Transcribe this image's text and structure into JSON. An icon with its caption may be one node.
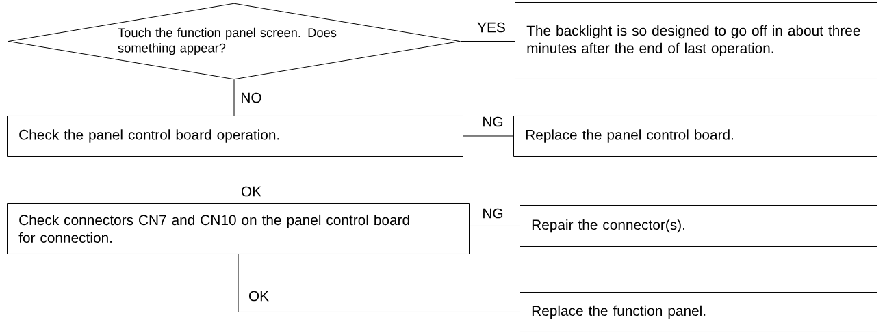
{
  "diagram": {
    "nodes": [
      {
        "text": [
          "Touch the function panel screen. Does something appear?"
        ]
      },
      {
        "text": [
          "The backlight is so designed to go off in about three minutes after the end of last operation."
        ]
      },
      {
        "text": [
          "Check the panel control board operation."
        ]
      },
      {
        "text": [
          "Replace the panel control board."
        ]
      },
      {
        "text": [
          "Check connectors CN7 and CN10 on the panel control board for connection."
        ]
      },
      {
        "text": [
          "Repair the connector(s)."
        ]
      },
      {
        "text": [
          "Replace the function panel."
        ]
      }
    ],
    "edges": [
      {
        "from": 0,
        "to": 1,
        "arrow": "none",
        "label": "YES"
      },
      {
        "from": 0,
        "to": 2,
        "arrow": "none",
        "label": "NO"
      },
      {
        "from": 2,
        "to": 3,
        "arrow": "none",
        "label": "NG"
      },
      {
        "from": 2,
        "to": 4,
        "arrow": "none",
        "label": "OK"
      },
      {
        "from": 4,
        "to": 5,
        "arrow": "none",
        "label": "NG"
      },
      {
        "from": 4,
        "to": 6,
        "arrow": "none",
        "label": "OK"
      }
    ]
  }
}
